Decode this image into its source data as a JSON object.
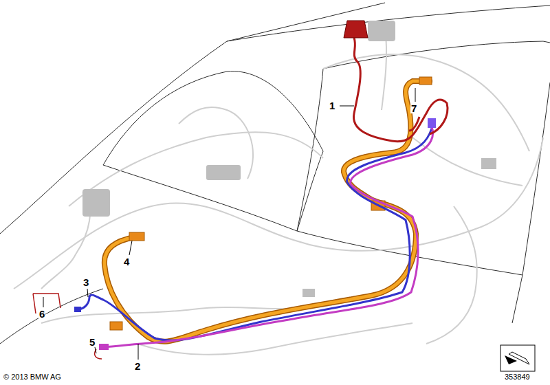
{
  "diagram": {
    "labels": [
      "1",
      "7",
      "4",
      "3",
      "6",
      "5",
      "2",
      "© 2013 BMW AG",
      "353849"
    ]
  }
}
